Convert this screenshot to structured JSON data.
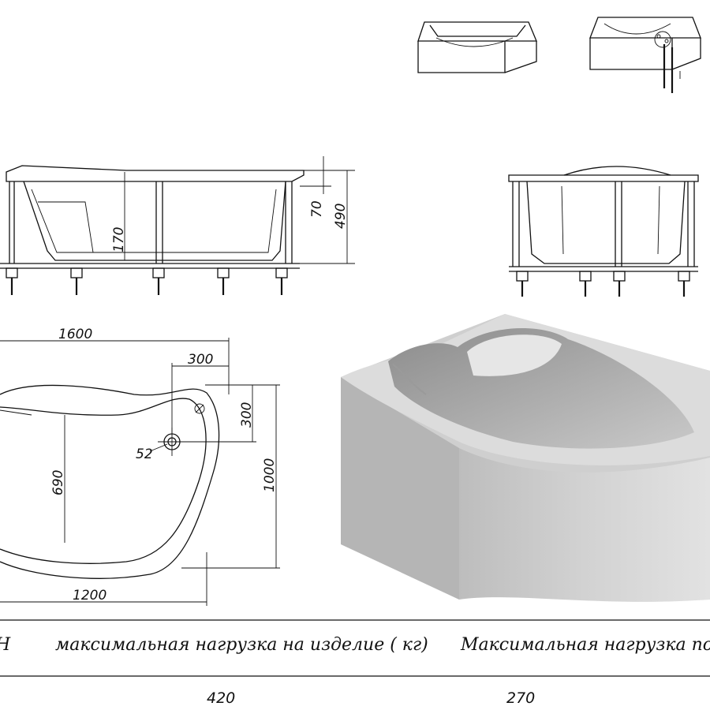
{
  "dimensions": {
    "side_view": {
      "rim_height": "70",
      "total_height": "490",
      "depth": "170"
    },
    "top_view": {
      "length": "1600",
      "bottom_length": "1200",
      "drain_offset_x": "300",
      "drain_offset_y": "300",
      "width": "1000",
      "inner_width": "690",
      "drain_diameter": "52"
    }
  },
  "table": {
    "headers": {
      "col1_fragment": "Н",
      "col2": "максимальная нагрузка на изделие  ( кг)",
      "col3_fragment": "Максимальная нагрузка пол"
    },
    "values": {
      "col2": "420",
      "col3": "270"
    }
  },
  "colors": {
    "ink": "#111111",
    "render_body": "#c9c9c9",
    "render_shadow": "#a8a8a8"
  }
}
